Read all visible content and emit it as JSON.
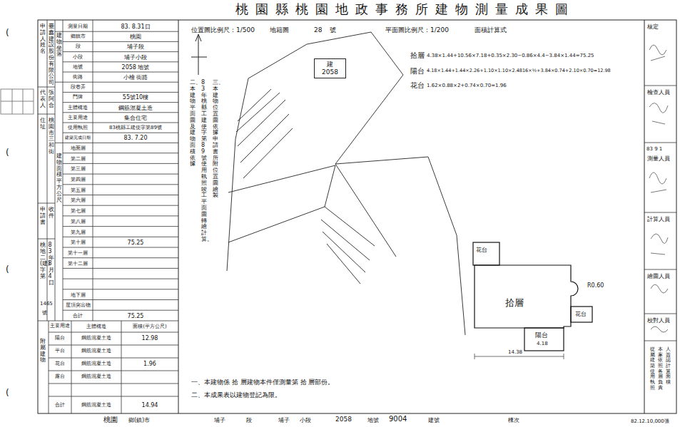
{
  "diagram": {
    "title": "桃園縣桃園地政事務所建物測量成果圖",
    "nodes": [
      {
        "text": [
          "建",
          "2058"
        ]
      }
    ],
    "labels": [
      "(",
      "(",
      "(",
      "(",
      "桃園縣桃園地政事務所建物測量成果圖",
      "位置圖比例尺：1/500",
      "地籍圖",
      "28",
      "號",
      "平面圖比例尺：1/200",
      "面積計算式",
      "拾層",
      "4.38×1.44+10.56×7.18+0.35×2.30−0.86×4.4−3.84×1.44=75.25",
      "陽台",
      "4.18×1.44+1.44×2.26+1.10×1.10×2.4816×½+3.84×0.74+2.10×0.70=12.98",
      "花台",
      "1.62×0.88×2+0.74×0.70=1.96",
      "申請人姓名",
      "臺鑫建設股份有限公司",
      "代表人",
      "張阿合",
      "住址",
      "桃園市三和街",
      "申請書",
      "收件",
      "桃地二(建)字第",
      "83年8月4日",
      "1465",
      "號",
      "測量日期",
      "83. 8.31日",
      "鄉鎮市",
      "桃園",
      "段",
      "埔子段",
      "小段",
      "埔子小段",
      "地號",
      "2058 地號",
      "街路",
      "小檜 街路",
      "段巷弄",
      "門牌",
      "55號10樓",
      "主體構造",
      "鋼筋混凝土造",
      "主要用途",
      "集合住宅",
      "使用執照",
      "83桃縣工建使字第89號",
      "建築完成日期",
      "83. 7.20",
      "建物坐落",
      "建物面積平方公尺",
      "地面層",
      "第二層",
      "第三層",
      "第四層",
      "第五層",
      "第六層",
      "第七層",
      "第八層",
      "第九層",
      "第十層",
      "75.25",
      "第十一層",
      "第十二層",
      "地下層",
      "屋頂突出物",
      "合計",
      "75.25",
      "附屬建物",
      "主要用途",
      "主體構造",
      "面積(平方公尺)",
      "陽台",
      "鋼筋混凝土造",
      "12.98",
      "平台",
      "鋼筋混凝土造",
      "花台",
      "鋼筋混凝土造",
      "1.96",
      "露台",
      "鋼筋混凝土造",
      "合計",
      "鋼筋混凝土造",
      "14.94",
      "二、本建物平面圖及建物面積依據",
      "83年桃縣工建使字第89號使用執照竣工平面圖轉繪計算。",
      "三、本建物位置圖依據申請書所附位置圖繪製",
      "一、本建物係 拾 層建物本件僅測量第 拾 層部份。",
      "二、本成果表以建物登記為限。",
      "拾層",
      "陽台",
      "花台",
      "花台",
      "R0.60",
      "14.38",
      "4.18",
      "桃園",
      "鄉(鎮)市",
      "埔子",
      "段",
      "埔子",
      "小段",
      "2058",
      "地號",
      "9004",
      "建號",
      "棟次",
      "82.12.10,000張",
      "核定",
      "檢查人員",
      "83 9 1",
      "測量人員",
      "計算人員",
      "繪圖人員",
      "校對人員",
      "從屬建築使用執照",
      "本案依照各層負責",
      "人簽認計算面積"
    ]
  }
}
